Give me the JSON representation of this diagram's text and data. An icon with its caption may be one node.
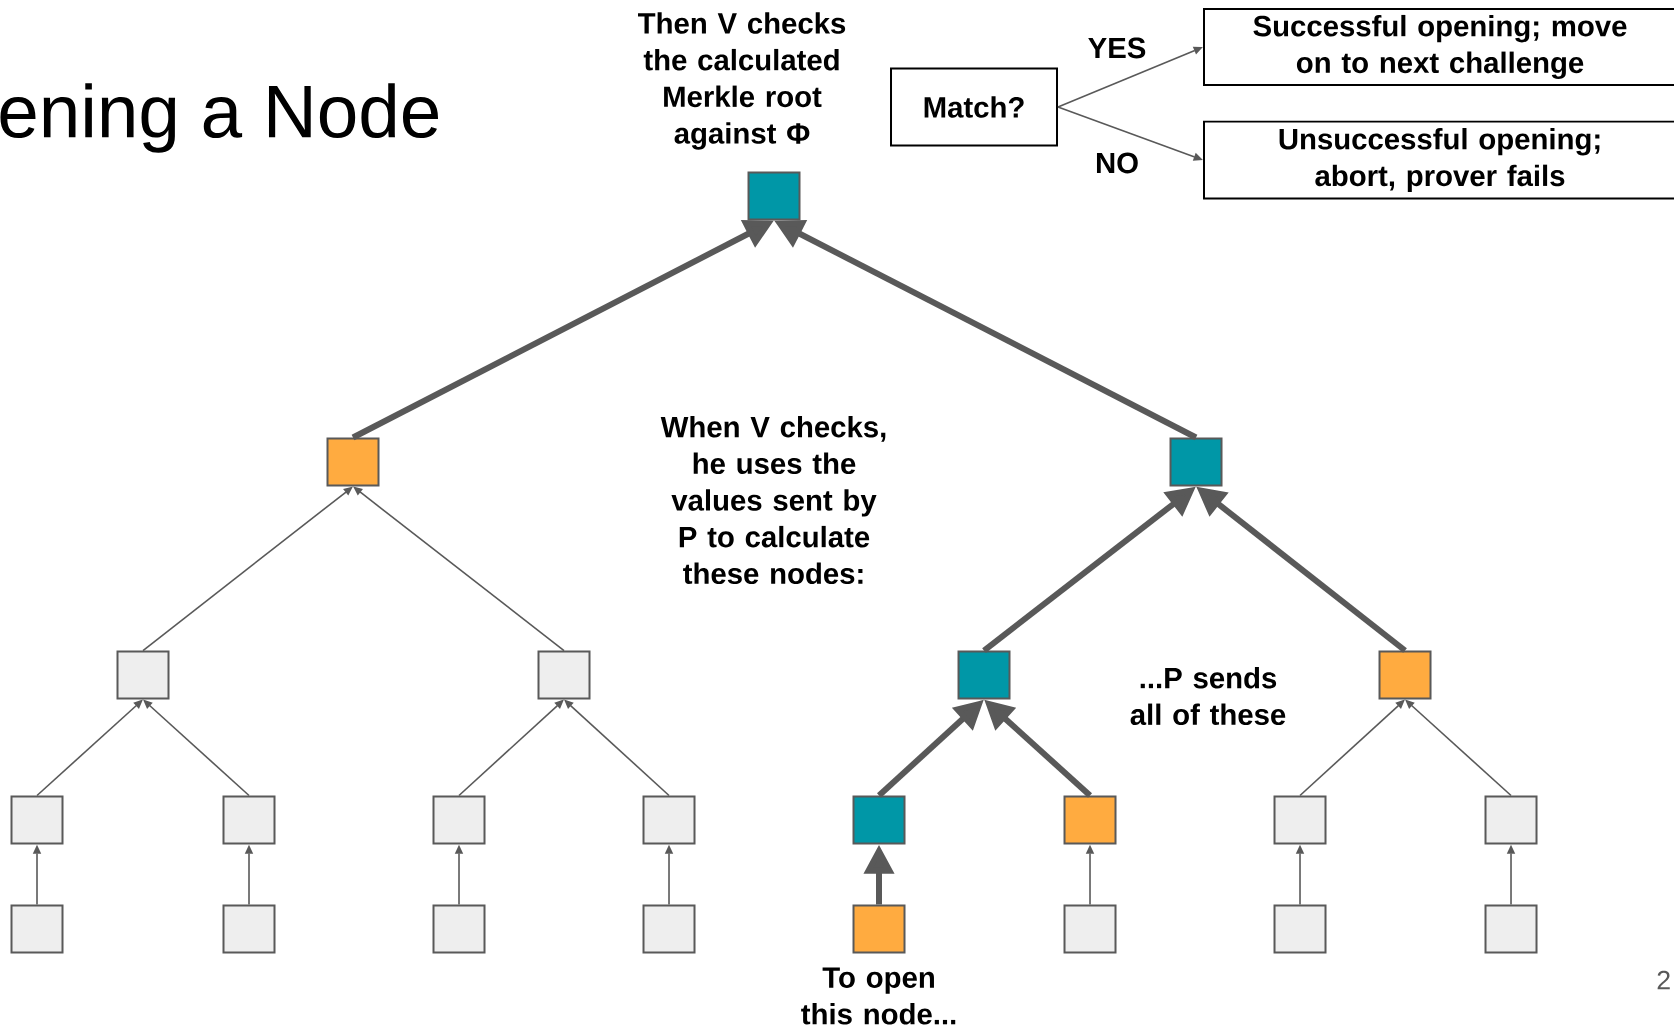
{
  "diagram": {
    "title": "ening a Node",
    "nodes": [
      {
        "text": [
          "Match?"
        ]
      },
      {
        "text": [
          "Successful opening; move on to next challenge"
        ]
      },
      {
        "text": [
          "Unsuccessful opening; abort, prover fails"
        ]
      },
      {
        "text": [],
        "shape": "box",
        "beside": [
          "Then V checks the calculated Merkle root against Φ"
        ]
      },
      {
        "text": [],
        "shape": "box"
      },
      {
        "text": [],
        "shape": "box"
      },
      {
        "text": [],
        "shape": "box"
      },
      {
        "text": [],
        "shape": "box"
      },
      {
        "text": [],
        "shape": "box"
      },
      {
        "text": [],
        "shape": "box"
      },
      {
        "text": [],
        "shape": "box"
      },
      {
        "text": [],
        "shape": "box"
      },
      {
        "text": [],
        "shape": "box"
      },
      {
        "text": [],
        "shape": "box"
      },
      {
        "text": [],
        "shape": "box"
      },
      {
        "text": [],
        "shape": "box"
      },
      {
        "text": [],
        "shape": "box"
      },
      {
        "text": [],
        "shape": "box"
      },
      {
        "text": [],
        "shape": "box"
      },
      {
        "text": [],
        "shape": "box"
      },
      {
        "text": [],
        "shape": "box"
      },
      {
        "text": [],
        "shape": "box"
      },
      {
        "text": [],
        "shape": "box",
        "beside": [
          "To open this node..."
        ]
      },
      {
        "text": [],
        "shape": "box"
      },
      {
        "text": [],
        "shape": "box"
      },
      {
        "text": [],
        "shape": "box"
      }
    ],
    "edges": [
      {
        "from": 0,
        "to": 1,
        "arrow": "to",
        "label": "YES"
      },
      {
        "from": 0,
        "to": 2,
        "arrow": "to",
        "label": "NO"
      },
      {
        "from": 4,
        "to": 3,
        "arrow": "to",
        "style": "thick"
      },
      {
        "from": 5,
        "to": 3,
        "arrow": "to",
        "style": "thick"
      },
      {
        "from": 6,
        "to": 4,
        "arrow": "to"
      },
      {
        "from": 7,
        "to": 4,
        "arrow": "to"
      },
      {
        "from": 8,
        "to": 5,
        "arrow": "to",
        "style": "thick"
      },
      {
        "from": 9,
        "to": 5,
        "arrow": "to",
        "style": "thick"
      },
      {
        "from": 10,
        "to": 6,
        "arrow": "to"
      },
      {
        "from": 11,
        "to": 6,
        "arrow": "to"
      },
      {
        "from": 12,
        "to": 7,
        "arrow": "to"
      },
      {
        "from": 13,
        "to": 7,
        "arrow": "to"
      },
      {
        "from": 14,
        "to": 8,
        "arrow": "to",
        "style": "thick"
      },
      {
        "from": 15,
        "to": 8,
        "arrow": "to",
        "style": "thick"
      },
      {
        "from": 16,
        "to": 9,
        "arrow": "to"
      },
      {
        "from": 17,
        "to": 9,
        "arrow": "to"
      },
      {
        "from": 18,
        "to": 10,
        "arrow": "to"
      },
      {
        "from": 19,
        "to": 11,
        "arrow": "to"
      },
      {
        "from": 20,
        "to": 12,
        "arrow": "to"
      },
      {
        "from": 21,
        "to": 13,
        "arrow": "to"
      },
      {
        "from": 22,
        "to": 14,
        "arrow": "to",
        "style": "thick"
      },
      {
        "from": 23,
        "to": 15,
        "arrow": "to"
      },
      {
        "from": 24,
        "to": 16,
        "arrow": "to"
      },
      {
        "from": 25,
        "to": 17,
        "arrow": "to"
      }
    ],
    "labels": [
      "When V checks, he uses the values sent by P to calculate these nodes:",
      "...P sends all of these",
      "2"
    ]
  }
}
